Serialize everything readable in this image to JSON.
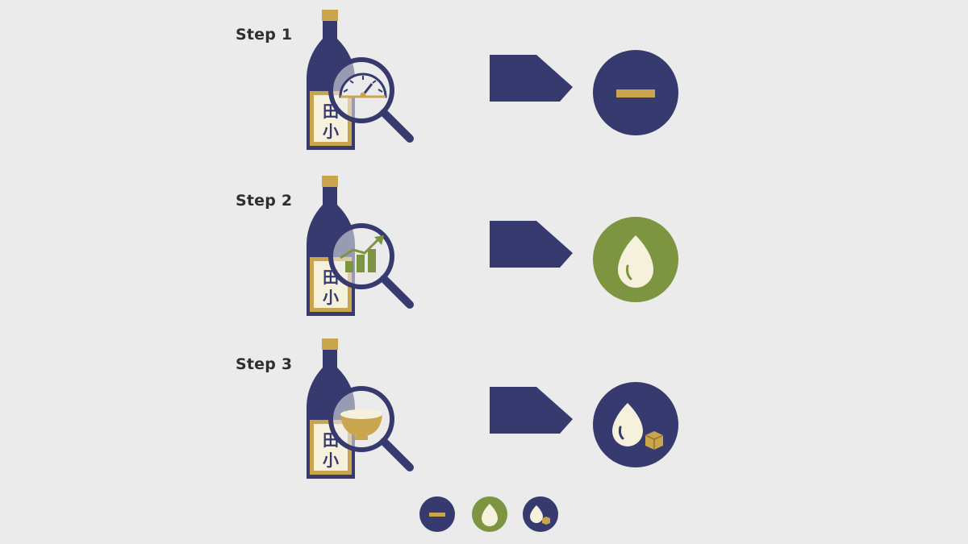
{
  "steps": [
    {
      "label": "Step 1",
      "inspect_icon": "gauge-icon",
      "result_icon": "minus-icon",
      "result_color": "#363a6e"
    },
    {
      "label": "Step 2",
      "inspect_icon": "rising-bar-chart-icon",
      "result_icon": "droplet-icon",
      "result_color": "#7d9440"
    },
    {
      "label": "Step 3",
      "inspect_icon": "bowl-icon",
      "result_icon": "droplet-with-box-icon",
      "result_color": "#363a6e"
    }
  ],
  "bottle_label_glyphs": [
    "⽥",
    "小"
  ],
  "legend": [
    {
      "icon": "minus-icon",
      "color": "#363a6e"
    },
    {
      "icon": "droplet-icon",
      "color": "#7d9440"
    },
    {
      "icon": "droplet-with-box-icon",
      "color": "#363a6e"
    }
  ],
  "colors": {
    "navy": "#363a6e",
    "gold": "#c9a54d",
    "olive": "#7d9440",
    "cream": "#f6f1dc",
    "background": "#ebebec"
  }
}
